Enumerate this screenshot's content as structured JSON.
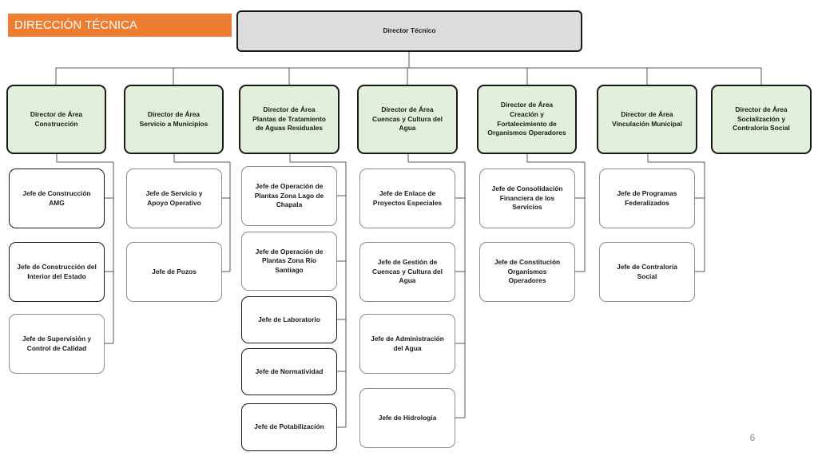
{
  "title": "DIRECCIÓN TÉCNICA",
  "page_number": "6",
  "top": "Director Técnico",
  "directors": [
    "Director de Área\nConstrucción",
    "Director de Área\nServicio a Municipios",
    "Director de Área\nPlantas de Tratamiento\nde Aguas Residuales",
    "Director de Área\nCuencas y Cultura del\nAgua",
    "Director de Área\nCreación y\nFortalecimiento de\nOrganismos Operadores",
    "Director de Área\nVinculación Municipal",
    "Director de Área\nSocialización y\nContraloría Social"
  ],
  "jefes": [
    [
      "Jefe de Construcción\nAMG",
      "Jefe de Construcción del\nInterior del Estado",
      "Jefe de Supervisión y\nControl de Calidad"
    ],
    [
      "Jefe de Servicio y\nApoyo Operativo",
      "Jefe de Pozos"
    ],
    [
      "Jefe de Operación de\nPlantas Zona Lago de\nChapala",
      "Jefe de Operación de\nPlantas Zona Río\nSantiago",
      "Jefe de Laboratorio",
      "Jefe de Normatividad",
      "Jefe de Potabilización"
    ],
    [
      "Jefe de Enlace de\nProyectos Especiales",
      "Jefe de Gestión de\nCuencas y Cultura del\nAgua",
      "Jefe de Administración\ndel Agua",
      "Jefe de Hidrología"
    ],
    [
      "Jefe de Consolidación\nFinanciera de los\nServicios",
      "Jefe de Constitución\nOrganismos\nOperadores"
    ],
    [
      "Jefe de Programas\nFederalizados",
      "Jefe de Contraloría\nSocial"
    ],
    []
  ]
}
